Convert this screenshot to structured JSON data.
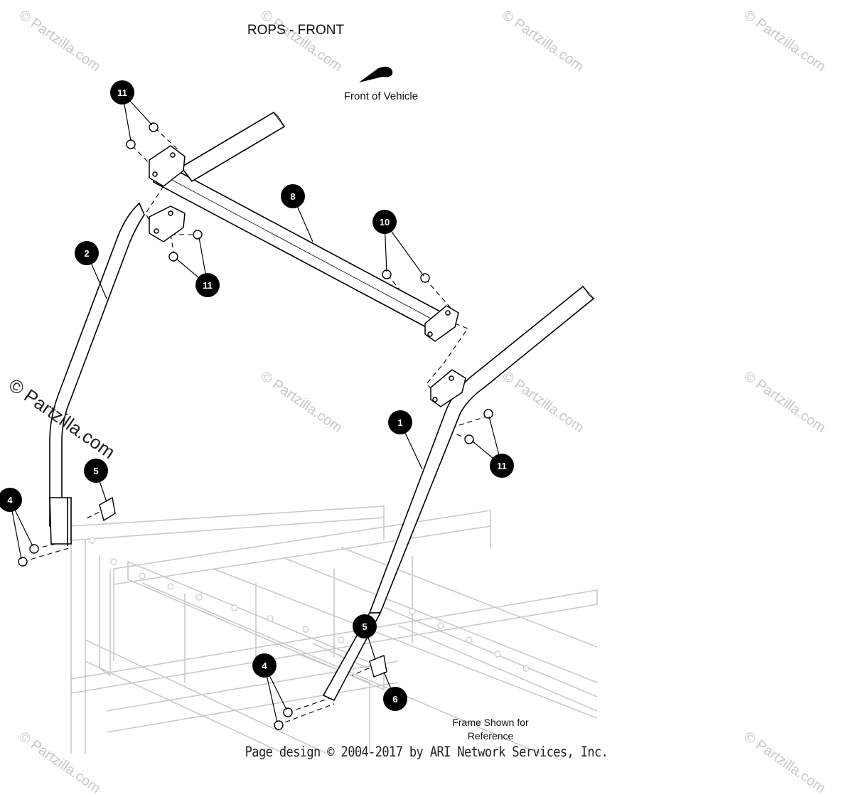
{
  "title": "ROPS - FRONT",
  "direction_label": "Front of Vehicle",
  "reference_note_line1": "Frame Shown for",
  "reference_note_line2": "Reference",
  "credit": "Page design © 2004-2017 by ARI Network Services, Inc.",
  "watermark": "© Partzilla.com",
  "callouts": [
    "1",
    "2",
    "4",
    "5",
    "6",
    "8",
    "10",
    "11"
  ]
}
